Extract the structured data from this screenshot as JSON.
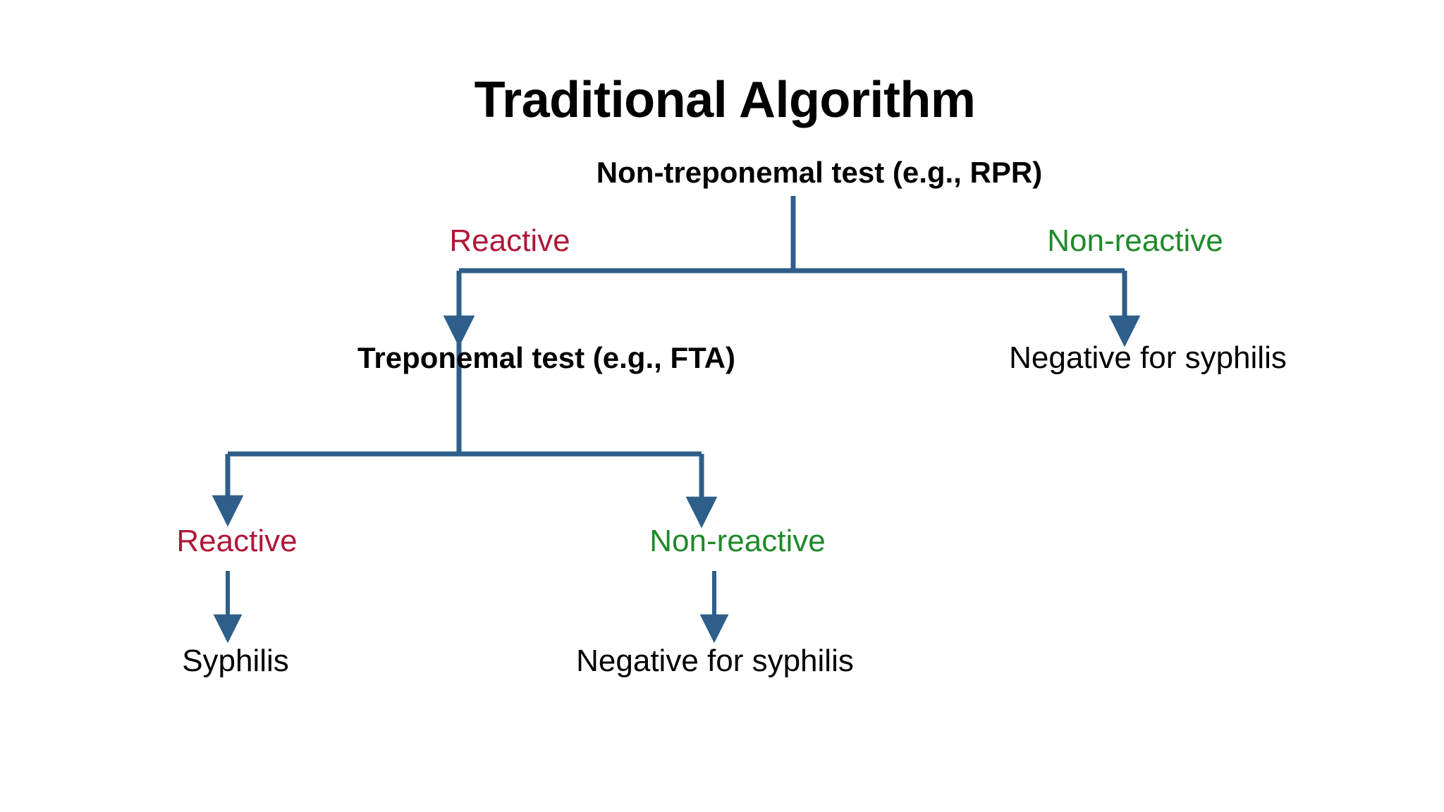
{
  "page": {
    "title": "Traditional Algorithm",
    "background_color": "#ffffff",
    "connector_color": "#2e5f8a",
    "reactive_color": "#b01739",
    "nonreactive_color": "#1f8a2a",
    "text_color": "#000000"
  },
  "diagram": {
    "type": "flowchart",
    "root": {
      "id": "non-treponemal-test",
      "label": "Non-treponemal test (e.g., RPR)",
      "kind": "test"
    },
    "branches": [
      {
        "id": "branch-reactive-1",
        "edge_label": "Reactive",
        "edge_label_color": "#b01739",
        "target": {
          "id": "treponemal-test",
          "label": "Treponemal test (e.g., FTA)",
          "kind": "test"
        }
      },
      {
        "id": "branch-nonreactive-1",
        "edge_label": "Non-reactive",
        "edge_label_color": "#1f8a2a",
        "target": {
          "id": "negative-for-syphilis-1",
          "label": "Negative for syphilis",
          "kind": "outcome"
        }
      },
      {
        "id": "branch-reactive-2",
        "edge_label": "Reactive",
        "edge_label_color": "#b01739",
        "target": {
          "id": "syphilis",
          "label": "Syphilis",
          "kind": "outcome"
        }
      },
      {
        "id": "branch-nonreactive-2",
        "edge_label": "Non-reactive",
        "edge_label_color": "#1f8a2a",
        "target": {
          "id": "negative-for-syphilis-2",
          "label": "Negative for syphilis",
          "kind": "outcome"
        }
      }
    ],
    "nodes": {
      "title": "Traditional Algorithm",
      "non_treponemal_test": "Non-treponemal test (e.g., RPR)",
      "treponemal_test": "Treponemal test (e.g., FTA)",
      "reactive_top": "Reactive",
      "nonreactive_top": "Non-reactive",
      "negative_top": "Negative for syphilis",
      "reactive_bottom": "Reactive",
      "nonreactive_bottom": "Non-reactive",
      "syphilis": "Syphilis",
      "negative_bottom": "Negative for syphilis"
    }
  }
}
